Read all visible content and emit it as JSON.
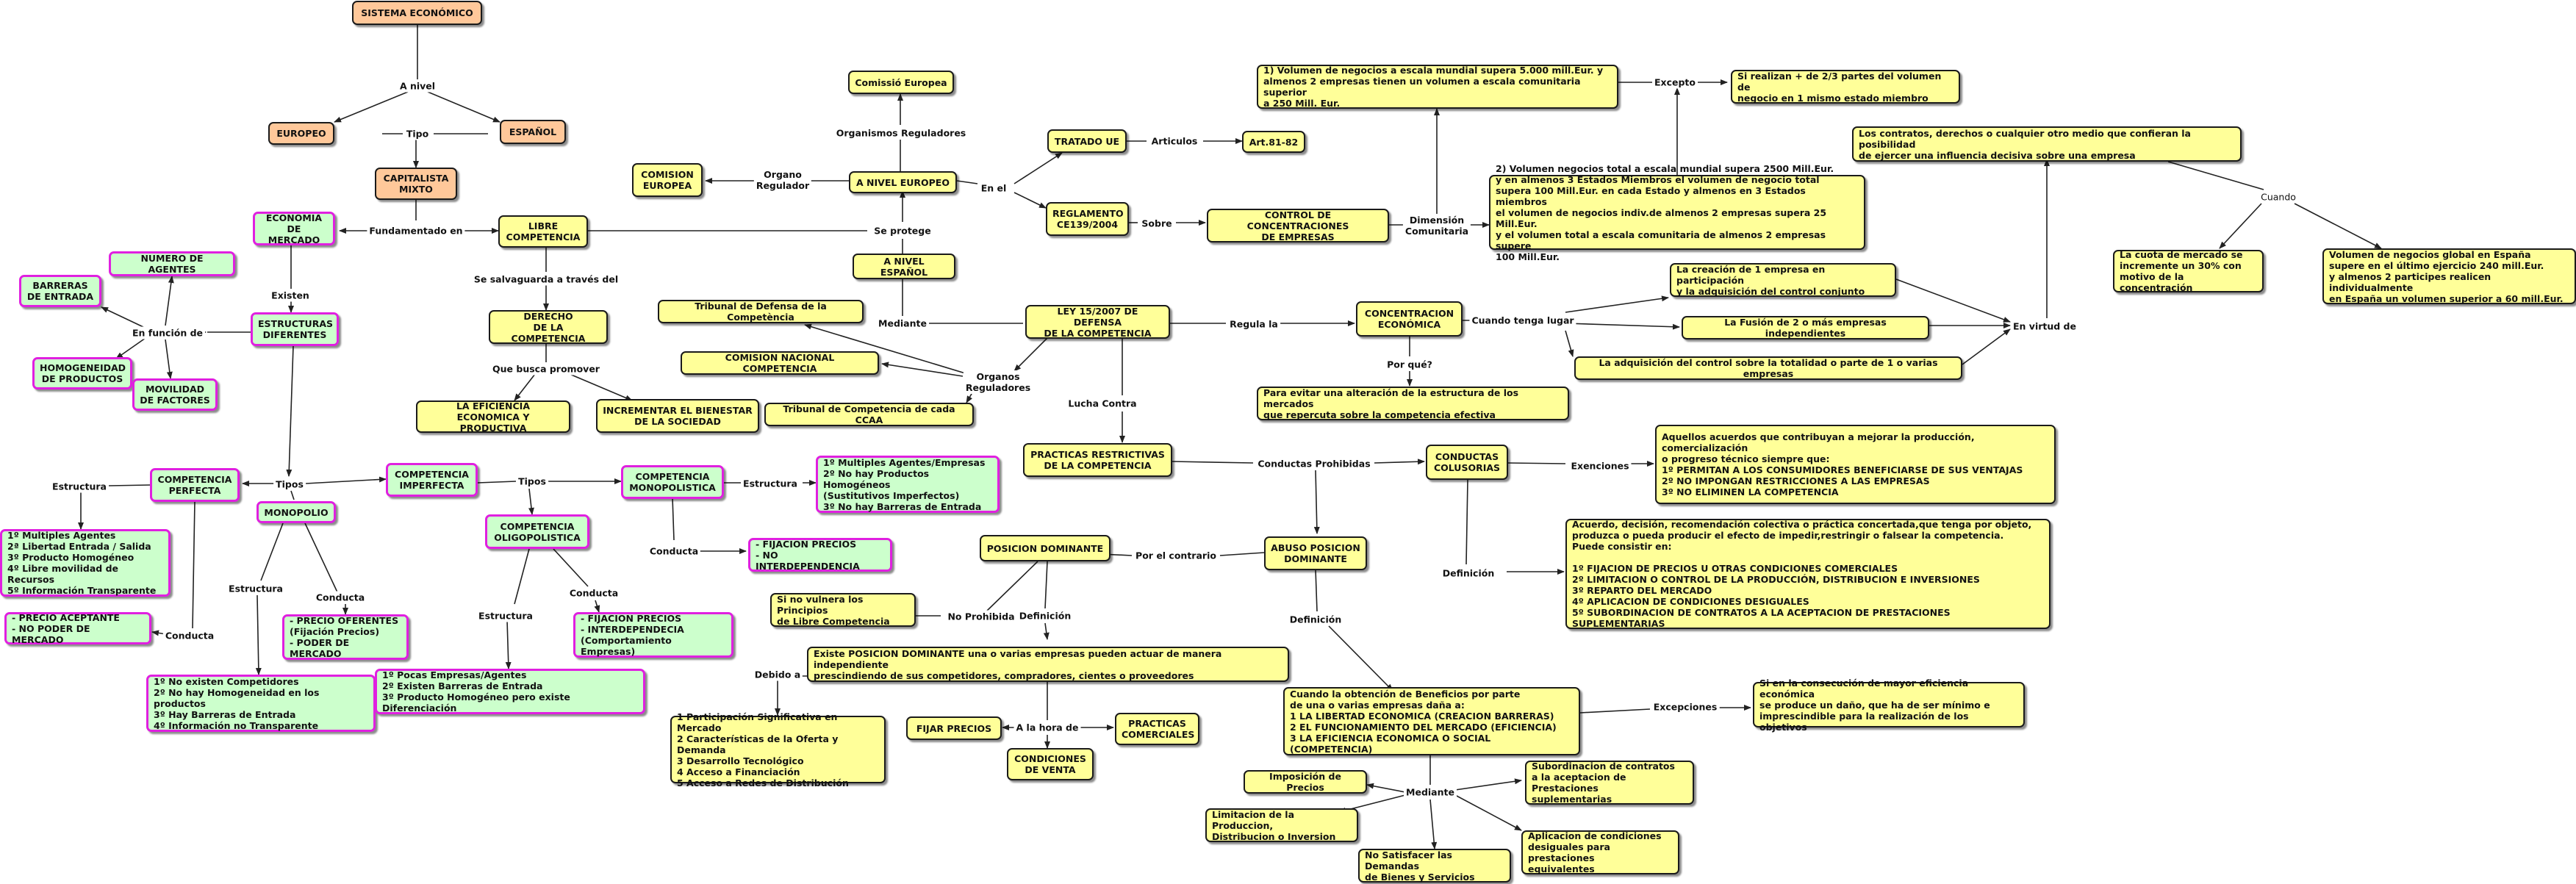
{
  "colors": {
    "concept_fill": "#ffff99",
    "root_fill": "#ffc89a",
    "market_fill": "#ccffcc",
    "market_border": "#e020e0",
    "outline": "#1a1a1a"
  },
  "nodes": {
    "sistema": "SISTEMA ECONÓMICO",
    "europeo": "EUROPEO",
    "espanol": "ESPAÑOL",
    "capitalista": "CAPITALISTA\nMIXTO",
    "economia_mercado": "ECONOMIA\nDE MERCADO",
    "libre_competencia": "LIBRE\nCOMPETENCIA",
    "derecho_competencia": "DERECHO\nDE LA COMPETENCIA",
    "eficiencia": "LA EFICIENCIA\nECONOMICA Y PRODUCTIVA",
    "bienestar": "INCREMENTAR EL BIENESTAR\nDE LA SOCIEDAD",
    "numero_agentes": "NUMERO DE AGENTES",
    "barreras": "BARRERAS\nDE ENTRADA",
    "estructuras": "ESTRUCTURAS\nDIFERENTES",
    "homogeneidad": "HOMOGENEIDAD\nDE PRODUCTOS",
    "movilidad": "MOVILIDAD\nDE FACTORES",
    "comp_perfecta": "COMPETENCIA\nPERFECTA",
    "perfecta_estructura": "1º Multiples Agentes\n2ª Libertad Entrada / Salida\n3º Producto Homogéneo\n4º Libre movilidad de Recursos\n5º Información Transparente",
    "precio_aceptante": "- PRECIO ACEPTANTE\n- NO PODER DE MERCADO",
    "monopolio": "MONOPOLIO",
    "monopolio_estructura": "1º No existen Competidores\n2º No hay Homogeneidad en los productos\n3º Hay Barreras de Entrada\n4º Información no Transparente",
    "precio_oferentes": "- PRECIO OFERENTES\n(Fijación Precios)\n- PODER DE MERCADO",
    "comp_imperfecta": "COMPETENCIA\nIMPERFECTA",
    "comp_oligopolistica": "COMPETENCIA\nOLIGOPOLISTICA",
    "oligo_estructura": "1º Pocas Empresas/Agentes\n2º Existen Barreras de Entrada\n3º Producto Homogéneo pero existe Diferenciación",
    "oligo_conducta": "- FIJACION PRECIOS\n- INTERDEPENDECIA\n(Comportamiento Empresas)",
    "comp_monopolistica": "COMPETENCIA\nMONOPOLISTICA",
    "monopolistica_estructura": "1º Multiples Agentes/Empresas\n2º No hay Productos Homogéneos\n(Sustitutivos Imperfectos)\n3º No hay Barreras de Entrada",
    "monopolistica_conducta": "- FIJACION PRECIOS\n- NO INTERDEPENDENCIA",
    "comision_europea": "COMISION\nEUROPEA",
    "comissio": "Comissió Europea",
    "nivel_europeo": "A NIVEL EUROPEO",
    "nivel_espanol": "A NIVEL ESPAÑOL",
    "tratado": "TRATADO UE",
    "art": "Art.81-82",
    "reglamento": "REGLAMENTO\nCE139/2004",
    "control": "CONTROL DE CONCENTRACIONES\nDE EMPRESAS",
    "volumen1": "1) Volumen de negocios a escala mundial supera 5.000 mill.Eur. y\nalmenos 2 empresas tienen un volumen a escala comunitaria superior\na 250 Mill. Eur.",
    "excepto": "Si realizan + de 2/3 partes del volumen de\nnegocio en 1 mismo estado miembro",
    "volumen2": "2) Volumen negocios total a escala mundial supera 2500 Mill.Eur.\ny en almenos 3 Estados Miembros el volumen de negocio total\nsupera 100 Mill.Eur. en cada Estado y almenos en 3 Estados miembros\nel volumen de negocios indiv.de almenos 2 empresas supera 25 Mill.Eur.\ny el volumen total a escala comunitaria de almenos 2 empresas supere\n100 Mill.Eur.",
    "contratos": "Los contratos, derechos o cualquier otro medio que confieran la posibilidad\nde ejercer una influencia decisiva sobre una empresa",
    "cuota": "La cuota de mercado se\nincremente un 30% con\nmotivo de la concentración",
    "volumen_espana": "Volumen de negocios global en España\nsupere en el último ejercicio 240 mill.Eur.\ny almenos 2 participes realicen individualmente\nen España un volumen superior a 60 mill.Eur.",
    "tribunal_defensa": "Tribunal de Defensa de la Competència",
    "comision_nacional": "COMISION NACIONAL COMPETENCIA",
    "tribunal_ccaa": "Tribunal de Competencia de cada CCAA",
    "ley": "LEY 15/2007 DE DEFENSA\nDE LA COMPETENCIA",
    "concentracion": "CONCENTRACION\nECONÓMICA",
    "creacion": "La creación de 1 empresa en participación\ny la adquisición del control conjunto",
    "fusion": "La Fusión de 2 o más empresas independientes",
    "adquisicion": "La adquisición del control sobre la totalidad o parte de 1 o varias empresas",
    "para_evitar": "Para evitar una alteración de la estructura de los mercados\nque repercuta sobre la competencia efectiva",
    "practicas_restrictivas": "PRACTICAS RESTRICTIVAS\nDE LA COMPETENCIA",
    "conductas_colusorias": "CONDUCTAS\nCOLUSORIAS",
    "exenciones_text": "Aquellos acuerdos que contribuyan a mejorar la producción, comercialización\no progreso técnico siempre que:\n1º PERMITAN A LOS CONSUMIDORES BENEFICIARSE DE SUS VENTAJAS\n2º NO IMPONGAN RESTRICCIONES A LAS EMPRESAS\n3º NO ELIMINEN LA COMPETENCIA",
    "definicion_colusorias": "Acuerdo, decisión, recomendación colectiva o práctica concertada,que tenga por objeto,\nproduzca o pueda producir el efecto de impedir,restringir o falsear la competencia.\nPuede consistir en:\n\n1º FIJACION DE PRECIOS U OTRAS CONDICIONES COMERCIALES\n2º LIMITACION O CONTROL DE LA PRODUCCIÓN, DISTRIBUCION E INVERSIONES\n3º REPARTO DEL MERCADO\n4º APLICACION DE CONDICIONES DESIGUALES\n5º SUBORDINACION DE CONTRATOS A LA ACEPTACION DE PRESTACIONES SUPLEMENTARIAS",
    "posicion_dominante": "POSICION DOMINANTE",
    "abuso": "ABUSO POSICION\nDOMINANTE",
    "si_no_vulnera": "Si no vulnera los Principios\nde Libre Competencia",
    "existe_posicion": "Existe POSICION DOMINANTE una o varias empresas pueden actuar de manera independiente\nprescindiendo de sus competidores, compradores, cientes o proveedores",
    "participacion": "1 Participación Significativa en Mercado\n2 Características de la Oferta y Demanda\n3 Desarrollo Tecnológico\n4 Acceso a Financiación\n5 Acceso a Redes de Distribución",
    "fijar_precios": "FIJAR PRECIOS",
    "practicas_comerciales": "PRACTICAS\nCOMERCIALES",
    "condiciones_venta": "CONDICIONES\nDE VENTA",
    "cuando_beneficios": "Cuando la obtención de Beneficios por parte\nde una o varias empresas daña a:\n1 LA LIBERTAD ECONOMICA (CREACION BARRERAS)\n2 EL FUNCIONAMIENTO DEL MERCADO (EFICIENCIA)\n3 LA EFICIENCIA ECONOMICA O SOCIAL (COMPETENCIA)",
    "si_consecucion": "Si en la consecución de mayor eficiencia económica\nse produce un daño, que ha de ser mínimo e\nimprescindible para la realización de los objetivos",
    "imposicion": "Imposición de Precios",
    "limitacion": "Limitacion de la Produccion,\nDistribucion o Inversion",
    "no_satisfacer": "No Satisfacer las Demandas\nde Bienes y Servicios",
    "aplicacion": "Aplicacion de condiciones\ndesiguales para prestaciones\nequivalentes",
    "subordinacion": "Subordinacion de contratos\na la aceptacion de Prestaciones\nsuplementarias"
  },
  "labels": {
    "a_nivel": "A nivel",
    "tipo": "Tipo",
    "fundamentado": "Fundamentado en",
    "salvaguarda": "Se salvaguarda a través del",
    "busca": "Que busca promover",
    "existen": "Existen",
    "en_funcion": "En función de",
    "tipos1": "Tipos",
    "tipos2": "Tipos",
    "estructura_perfecta": "Estructura",
    "conducta_perfecta": "Conducta",
    "estructura_monopolio": "Estructura",
    "conducta_monopolio": "Conducta",
    "estructura_oligo": "Estructura",
    "conducta_oligo": "Conducta",
    "estructura_monopolistica": "Estructura",
    "conducta_monopolistica": "Conducta",
    "organismos_reguladores": "Organismos Reguladores",
    "organo_regulador": "Organo\nRegulador",
    "en_el": "En el",
    "se_protege": "Se protege",
    "articulos": "Articulos",
    "sobre": "Sobre",
    "dimension": "Dimensión\nComunitaria",
    "excepto": "Excepto",
    "cuando": "Cuando",
    "mediante1": "Mediante",
    "organos_reguladores": "Organos\nReguladores",
    "regula": "Regula la",
    "cuando_tenga": "Cuando tenga lugar",
    "en_virtud": "En virtud de",
    "por_que": "Por qué?",
    "lucha": "Lucha Contra",
    "conductas_prohibidas": "Conductas Prohibidas",
    "exenciones": "Exenciones",
    "definicion1": "Definición",
    "por_contrario": "Por el contrario",
    "definicion2": "Definición",
    "no_prohibida": "No Prohibida",
    "definicion3": "Definición",
    "debido": "Debido a",
    "a_la_hora": "A la hora de",
    "excepciones": "Excepciones",
    "mediante2": "Mediante"
  }
}
